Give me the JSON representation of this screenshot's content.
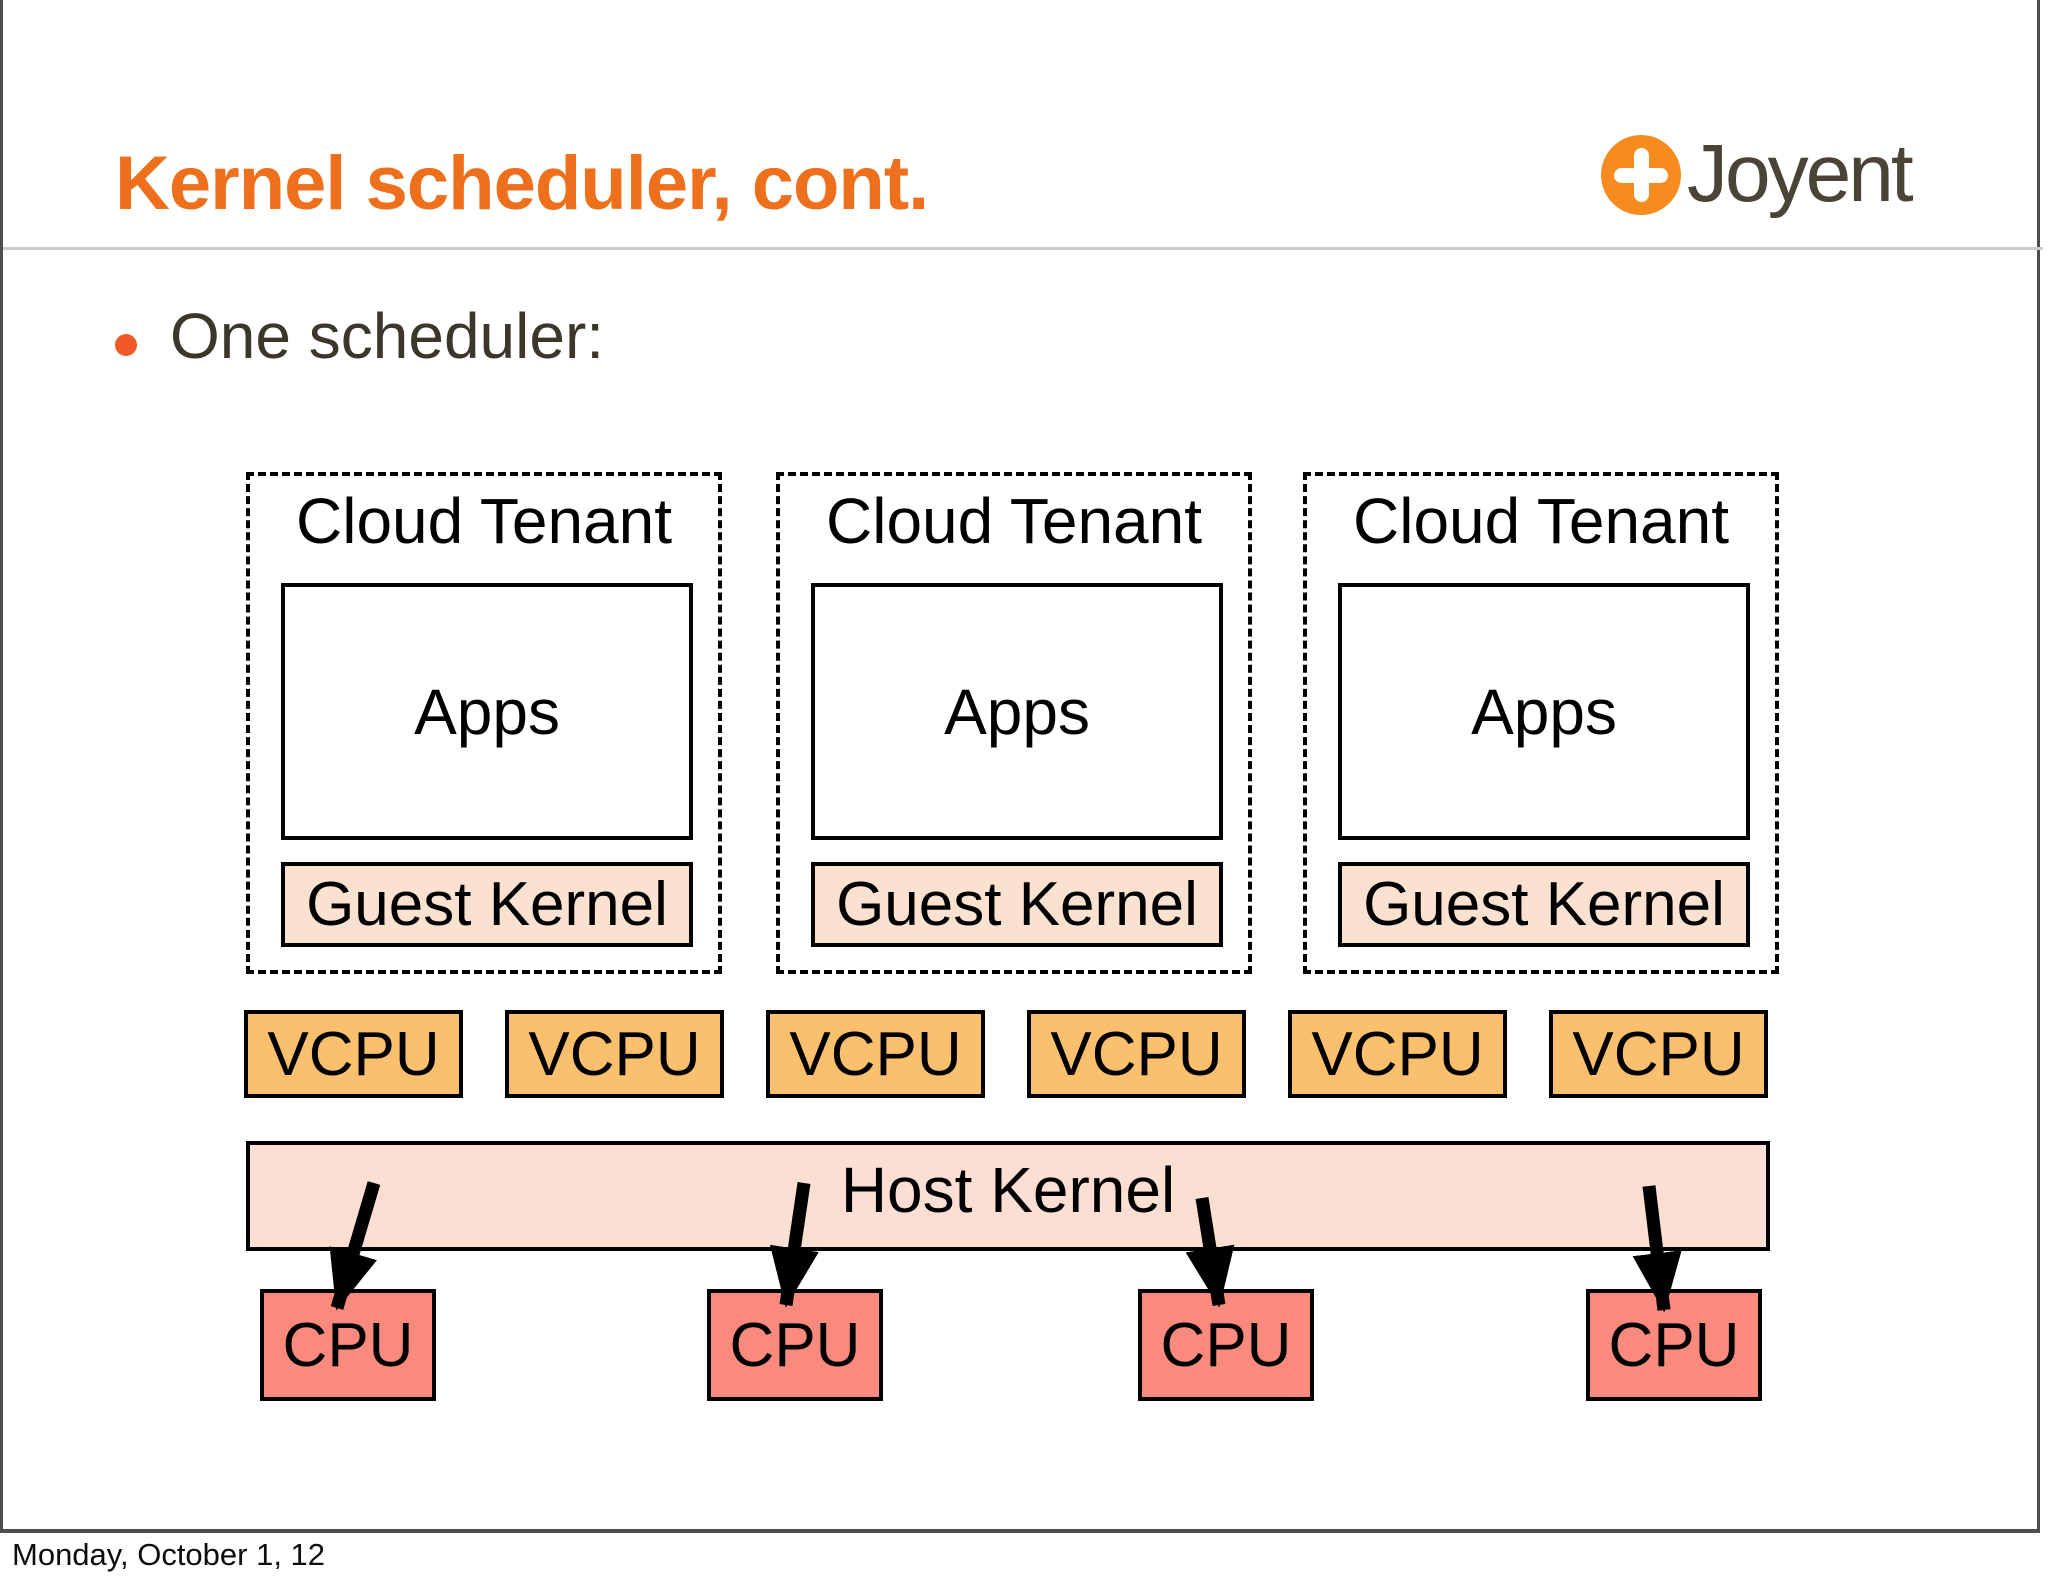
{
  "slide": {
    "title": "Kernel scheduler, cont.",
    "bullet": "One scheduler:",
    "footer": "Monday, October 1, 12"
  },
  "logo": {
    "brand": "Joyent"
  },
  "diagram": {
    "tenants": [
      {
        "label": "Cloud Tenant",
        "apps": "Apps",
        "guest_kernel": "Guest Kernel"
      },
      {
        "label": "Cloud Tenant",
        "apps": "Apps",
        "guest_kernel": "Guest Kernel"
      },
      {
        "label": "Cloud Tenant",
        "apps": "Apps",
        "guest_kernel": "Guest Kernel"
      }
    ],
    "vcpus": [
      "VCPU",
      "VCPU",
      "VCPU",
      "VCPU",
      "VCPU",
      "VCPU"
    ],
    "host_kernel": "Host Kernel",
    "cpus": [
      "CPU",
      "CPU",
      "CPU",
      "CPU"
    ]
  },
  "colors": {
    "title-orange": "#ee6f1c",
    "logo-orange": "#f68b1f",
    "logo-text": "#4a4437",
    "bullet-orange": "#f05a28",
    "body-text": "#3b372b",
    "vcpu-fill": "#fac06e",
    "cpu-fill": "#fa8a7e",
    "host-fill": "#fcded3",
    "guest-fill": "#fbe2d0"
  }
}
